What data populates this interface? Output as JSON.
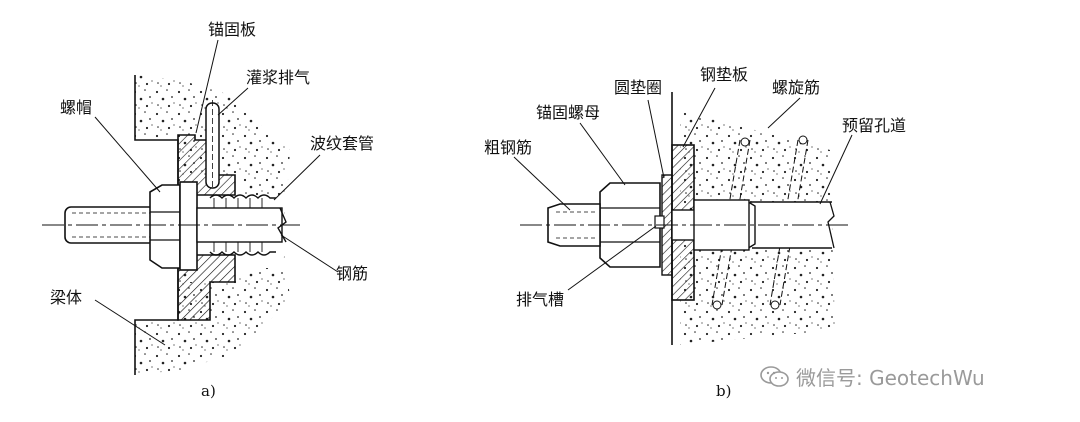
{
  "diagram_a": {
    "caption": "a)",
    "labels": {
      "anchor_plate": "锚固板",
      "grout_vent": "灌浆排气",
      "nut": "螺帽",
      "corrugated_sleeve": "波纹套管",
      "steel_bar": "钢筋",
      "beam_body": "梁体"
    }
  },
  "diagram_b": {
    "caption": "b)",
    "labels": {
      "steel_pad_plate": "钢垫板",
      "round_washer": "圆垫圈",
      "spiral_bar": "螺旋筋",
      "anchor_nut": "锚固螺母",
      "reserved_duct": "预留孔道",
      "thick_bar": "粗钢筋",
      "vent_groove": "排气槽"
    }
  },
  "watermark": {
    "text": "微信号: GeotechWu",
    "icon": "wechat-icon"
  }
}
